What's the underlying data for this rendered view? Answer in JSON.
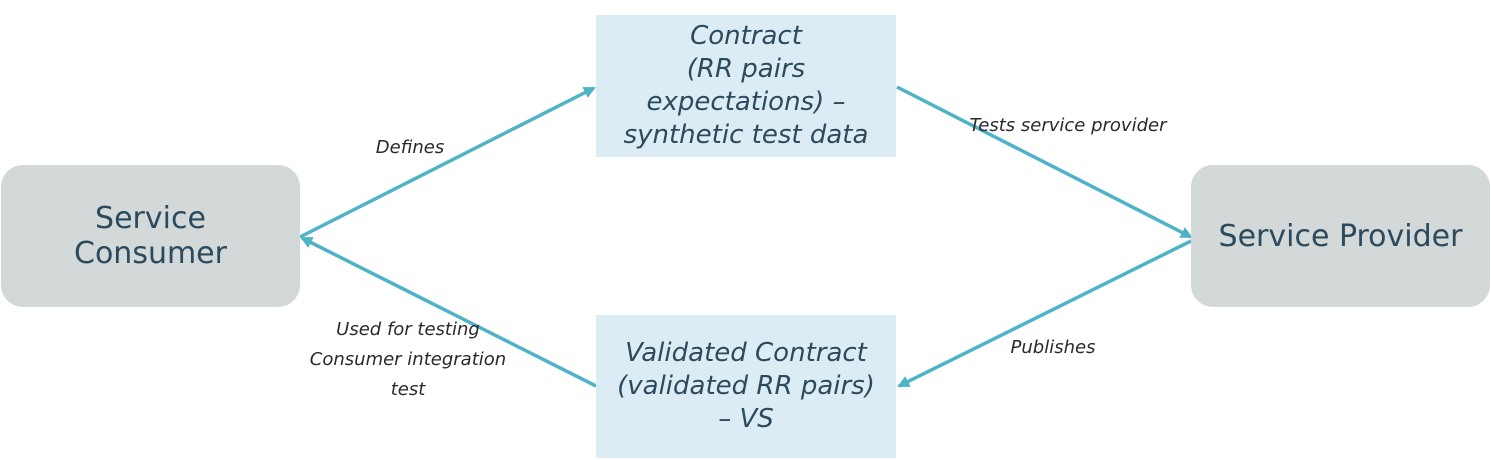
{
  "colors": {
    "arrow": "#4fb3c8",
    "node_grey": "#d3d9d8",
    "node_blue": "#dcecf4",
    "node_text": "#2c4a5e",
    "label_text": "#2a2a2a"
  },
  "nodes": {
    "service_consumer": "Service\nConsumer",
    "service_provider": "Service Provider",
    "contract": "Contract\n(RR pairs\nexpectations) –\nsynthetic test data",
    "validated_contract": "Validated Contract\n(validated RR pairs)\n–  VS"
  },
  "edges": {
    "defines": "Defines",
    "tests_service_provider": "Tests service provider",
    "publishes": "Publishes",
    "used_for_testing": "Used for testing\nConsumer integration\ntest"
  }
}
